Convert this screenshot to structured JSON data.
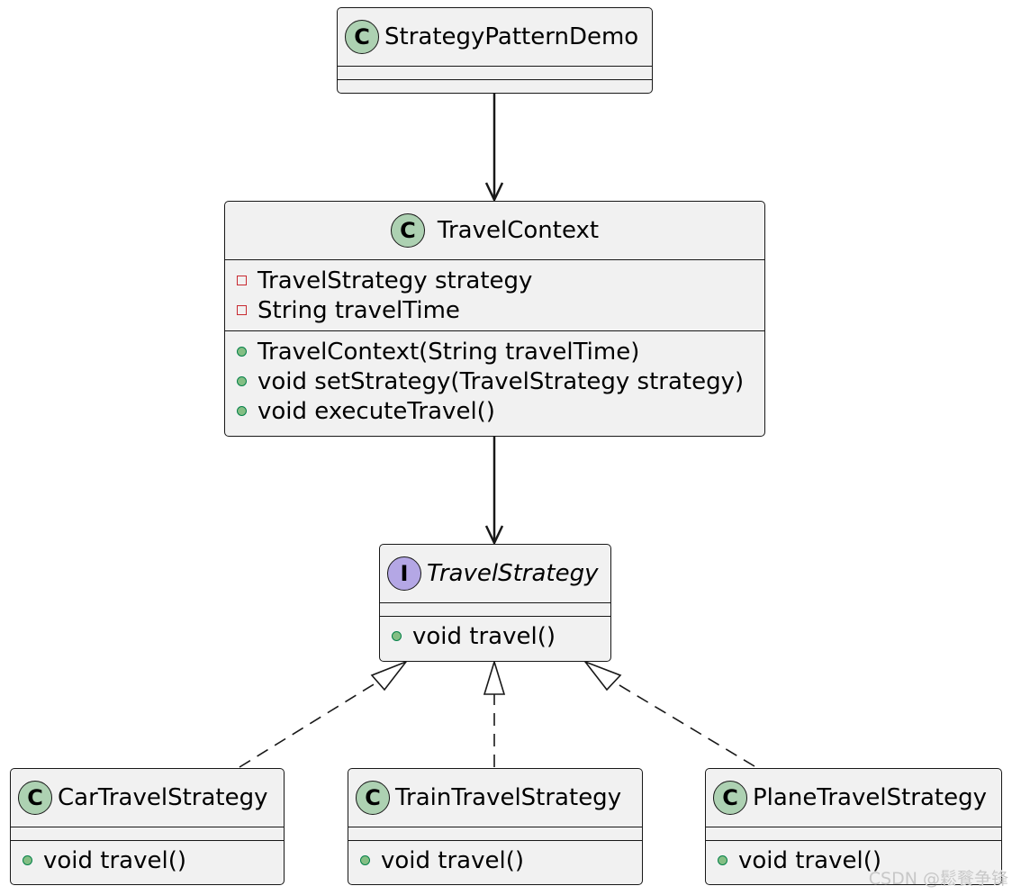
{
  "classes": {
    "demo": {
      "stereotype": "C",
      "name": "StrategyPatternDemo",
      "fields": [],
      "methods": []
    },
    "context": {
      "stereotype": "C",
      "name": "TravelContext",
      "fields": [
        {
          "visibility": "private",
          "text": "TravelStrategy strategy"
        },
        {
          "visibility": "private",
          "text": "String travelTime"
        }
      ],
      "methods": [
        {
          "visibility": "public",
          "text": "TravelContext(String travelTime)"
        },
        {
          "visibility": "public",
          "text": "void setStrategy(TravelStrategy strategy)"
        },
        {
          "visibility": "public",
          "text": "void executeTravel()"
        }
      ]
    },
    "strategy": {
      "stereotype": "I",
      "name": "TravelStrategy",
      "fields": [],
      "methods": [
        {
          "visibility": "public",
          "text": "void travel()"
        }
      ]
    },
    "car": {
      "stereotype": "C",
      "name": "CarTravelStrategy",
      "fields": [],
      "methods": [
        {
          "visibility": "public",
          "text": "void travel()"
        }
      ]
    },
    "train": {
      "stereotype": "C",
      "name": "TrainTravelStrategy",
      "fields": [],
      "methods": [
        {
          "visibility": "public",
          "text": "void travel()"
        }
      ]
    },
    "plane": {
      "stereotype": "C",
      "name": "PlaneTravelStrategy",
      "fields": [],
      "methods": [
        {
          "visibility": "public",
          "text": "void travel()"
        }
      ]
    }
  },
  "relations": [
    {
      "from": "demo",
      "to": "context",
      "type": "association"
    },
    {
      "from": "context",
      "to": "strategy",
      "type": "association"
    },
    {
      "from": "car",
      "to": "strategy",
      "type": "realization"
    },
    {
      "from": "train",
      "to": "strategy",
      "type": "realization"
    },
    {
      "from": "plane",
      "to": "strategy",
      "type": "realization"
    }
  ],
  "colors": {
    "class_fill": "#f1f1f1",
    "border": "#181818",
    "class_spot": "#add1b2",
    "interface_spot": "#b4a7e5",
    "private_marker": "#c82930",
    "public_marker": "#84be84"
  },
  "watermark": "CSDN @鬆餮争锋"
}
